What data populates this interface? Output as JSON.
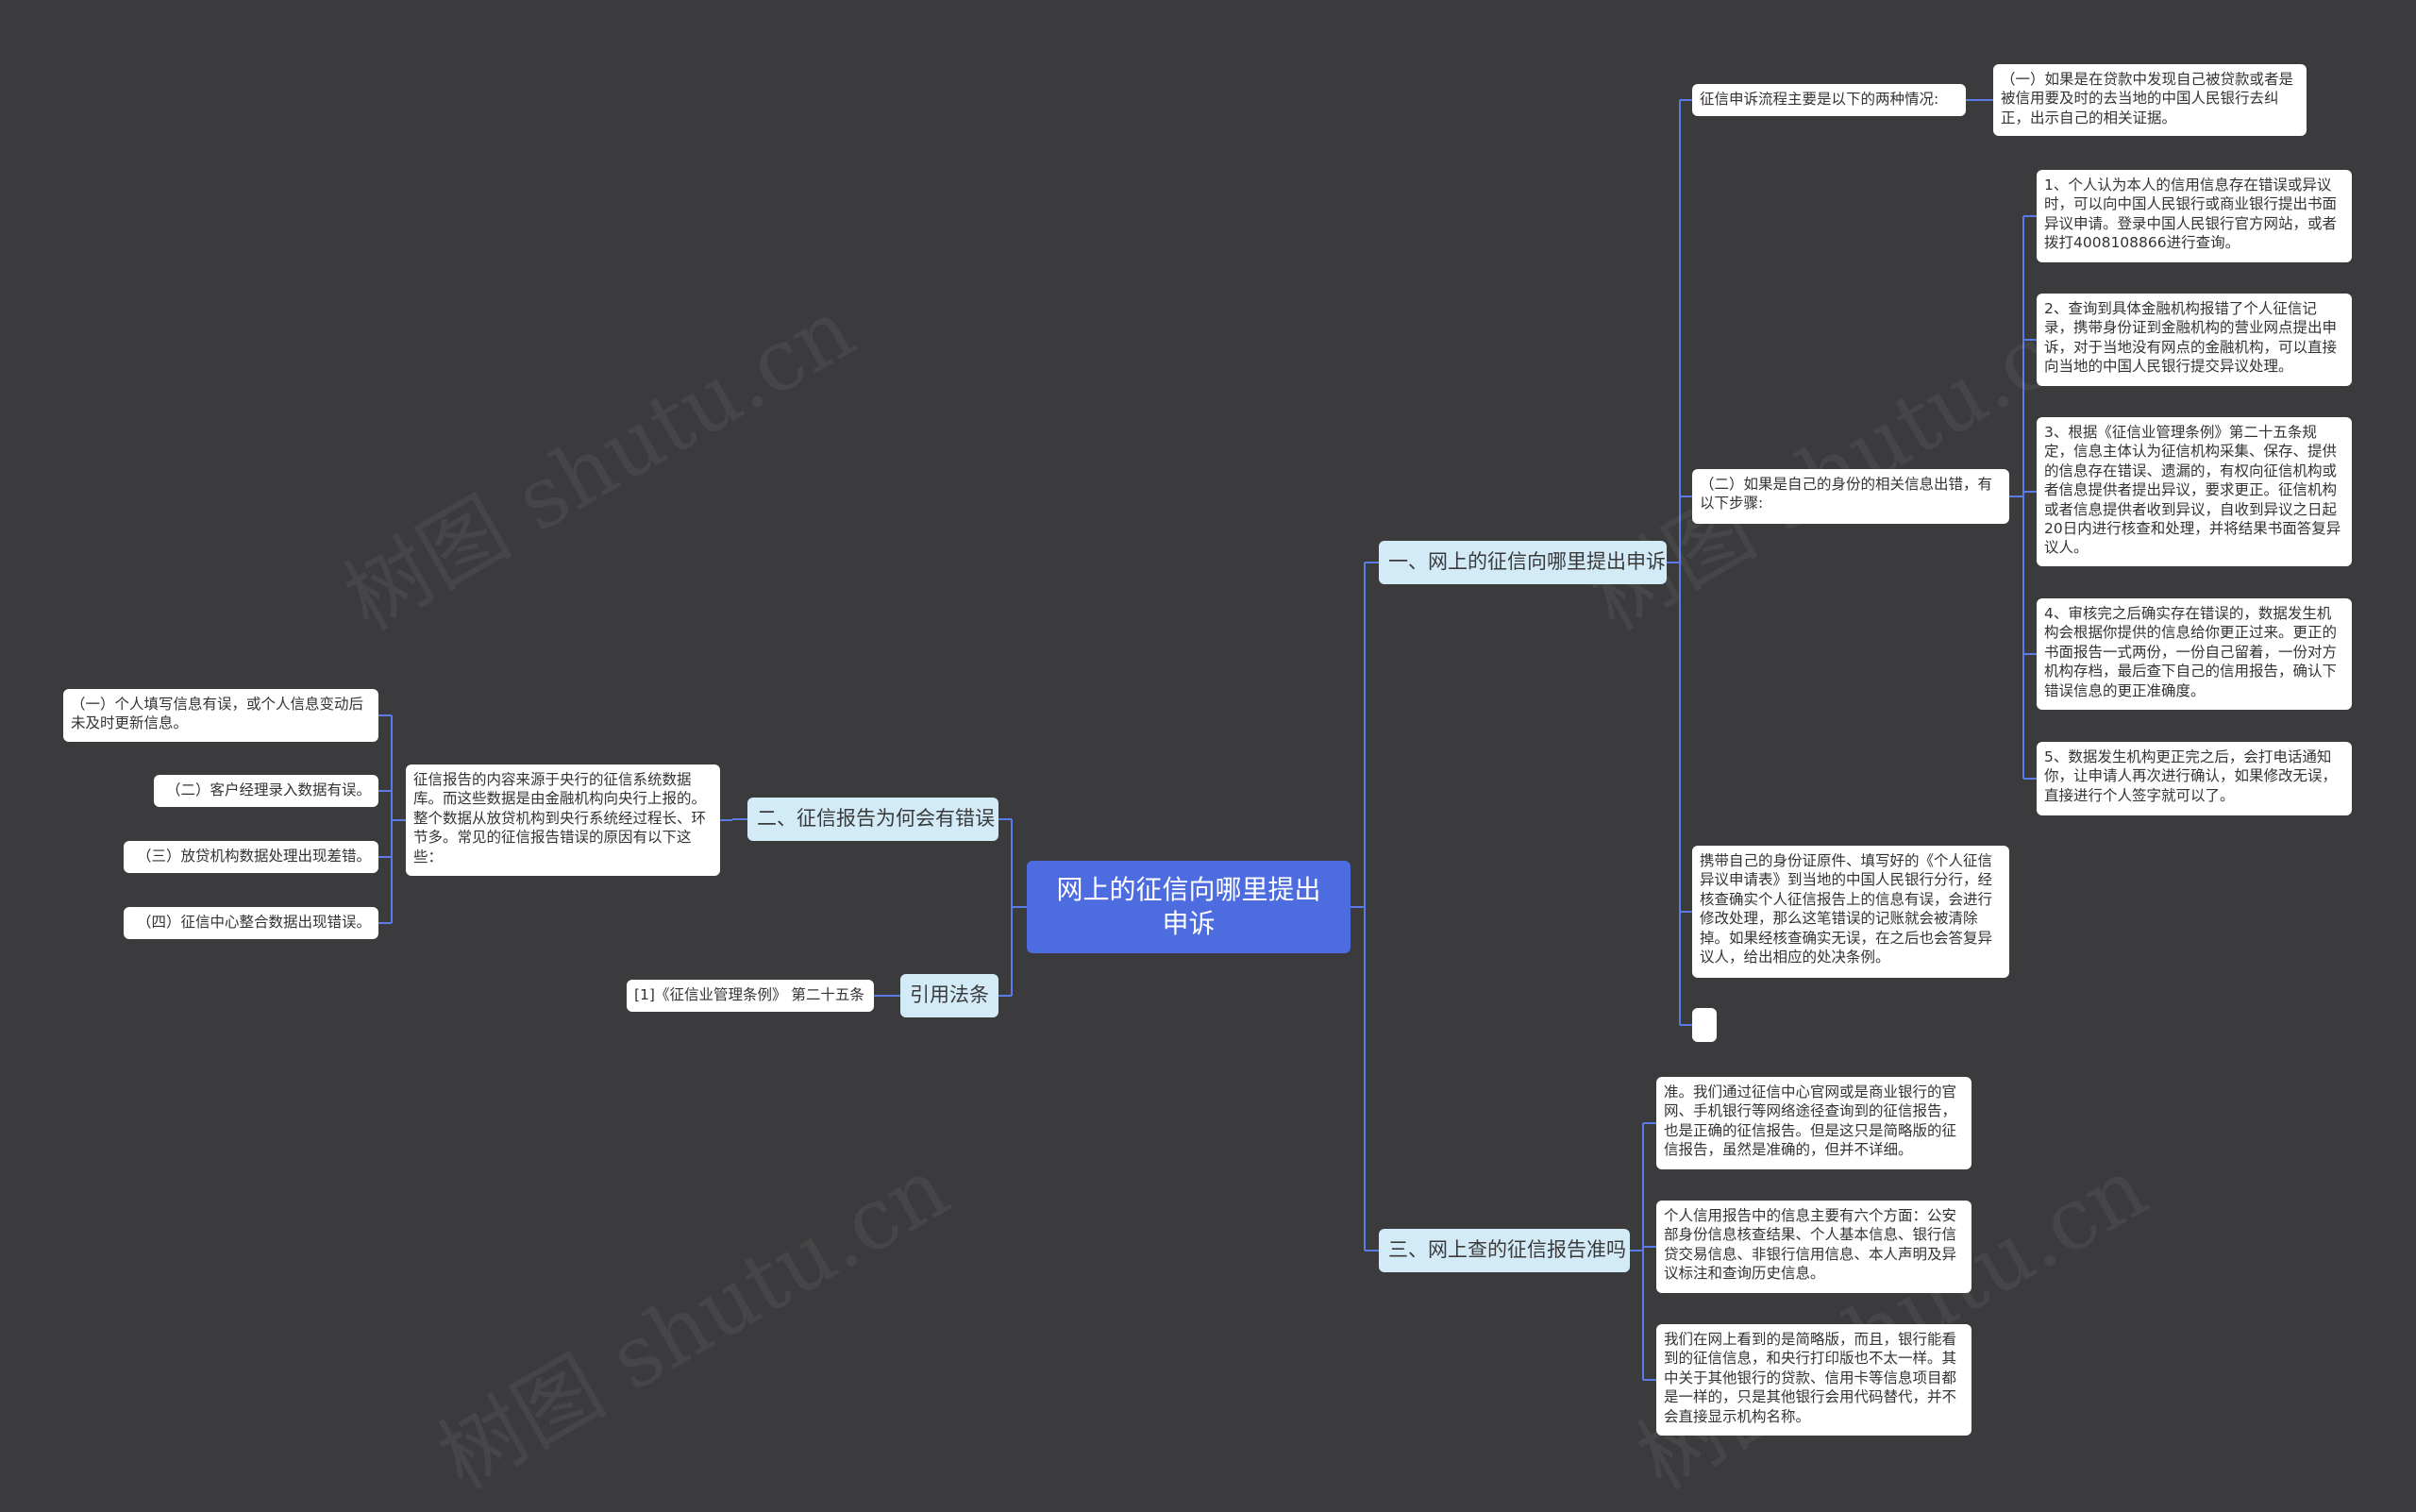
{
  "mindmap": {
    "root": "网上的征信向哪里提出申诉",
    "branch1": {
      "label": "一、网上的征信向哪里提出申诉",
      "sub1": "征信申诉流程主要是以下的两种情况:",
      "sub1_child": "（一）如果是在贷款中发现自己被贷款或者是被信用要及时的去当地的中国人民银行去纠正，出示自己的相关证据。",
      "sub2": "（二）如果是自己的身份的相关信息出错，有以下步骤:",
      "steps": [
        "1、个人认为本人的信用信息存在错误或异议时，可以向中国人民银行或商业银行提出书面异议申请。登录中国人民银行官方网站，或者拨打4008108866进行查询。",
        "2、查询到具体金融机构报错了个人征信记录，携带身份证到金融机构的营业网点提出申诉，对于当地没有网点的金融机构，可以直接向当地的中国人民银行提交异议处理。",
        "3、根据《征信业管理条例》第二十五条规定，信息主体认为征信机构采集、保存、提供的信息存在错误、遗漏的，有权向征信机构或者信息提供者提出异议，要求更正。征信机构或者信息提供者收到异议，自收到异议之日起20日内进行核查和处理，并将结果书面答复异议人。",
        "4、审核完之后确实存在错误的，数据发生机构会根据你提供的信息给你更正过来。更正的书面报告一式两份，一份自己留着，一份对方机构存档，最后查下自己的信用报告，确认下错误信息的更正准确度。",
        "5、数据发生机构更正完之后，会打电话通知你，让申请人再次进行确认，如果修改无误，直接进行个人签字就可以了。"
      ],
      "sub3": "携带自己的身份证原件、填写好的《个人征信异议申请表》到当地的中国人民银行分行，经核查确实个人征信报告上的信息有误，会进行修改处理，那么这笔错误的记账就会被清除掉。如果经核查确实无误，在之后也会答复异议人，给出相应的处决条例。",
      "sub4": ""
    },
    "branch2": {
      "label": "二、征信报告为何会有错误",
      "summary": "征信报告的内容来源于央行的征信系统数据库。而这些数据是由金融机构向央行上报的。整个数据从放贷机构到央行系统经过程长、环节多。常见的征信报告错误的原因有以下这些：",
      "reasons": [
        "（一）个人填写信息有误，或个人信息变动后未及时更新信息。",
        "（二）客户经理录入数据有误。",
        "（三）放贷机构数据处理出现差错。",
        "（四）征信中心整合数据出现错误。"
      ]
    },
    "branch3": {
      "label": "引用法条",
      "child": "[1]《征信业管理条例》 第二十五条"
    },
    "branch4": {
      "label": "三、网上查的征信报告准吗",
      "children": [
        "准。我们通过征信中心官网或是商业银行的官网、手机银行等网络途径查询到的征信报告，也是正确的征信报告。但是这只是简略版的征信报告，虽然是准确的，但并不详细。",
        "个人信用报告中的信息主要有六个方面：公安部身份信息核查结果、个人基本信息、银行信贷交易信息、非银行信用信息、本人声明及异议标注和查询历史信息。",
        "我们在网上看到的是简略版，而且，银行能看到的征信信息，和央行打印版也不太一样。其中关于其他银行的贷款、信用卡等信息项目都是一样的，只是其他银行会用代码替代，并不会直接显示机构名称。"
      ]
    }
  }
}
